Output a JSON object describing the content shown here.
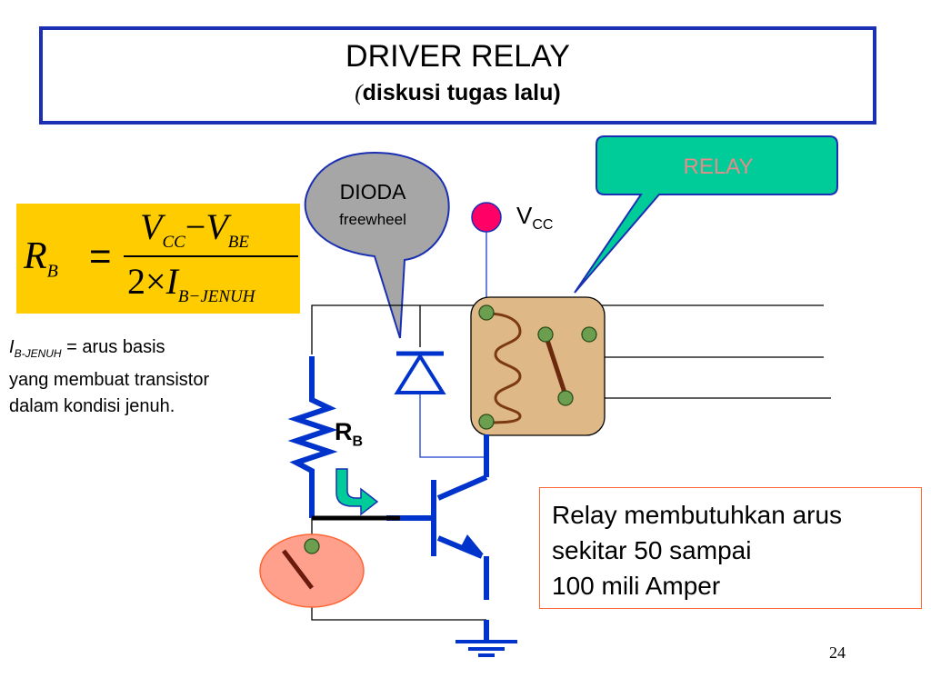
{
  "slide": {
    "title": "DRIVER RELAY",
    "subtitle_paren_open": "(",
    "subtitle": "diskusi tugas lalu)",
    "page_number": "24"
  },
  "formula": {
    "lhs": "R",
    "lhs_sub": "B",
    "equals": "=",
    "num_v1": "V",
    "num_v1_sub": "CC",
    "num_minus": "−",
    "num_v2": "V",
    "num_v2_sub": "BE",
    "den_two": "2",
    "den_times": "×",
    "den_i": "I",
    "den_i_sub": "B−JENUH"
  },
  "note": {
    "symbol": "I",
    "symbol_sub": "B-JENUH",
    "line1_rest": " = arus basis",
    "line2": "yang membuat transistor",
    "line3": "dalam kondisi jenuh."
  },
  "callouts": {
    "dioda_title": "DIODA",
    "dioda_sub": "freewheel",
    "relay": "RELAY"
  },
  "labels": {
    "vcc_main": "V",
    "vcc_sub": "CC",
    "rb_main": "R",
    "rb_sub": "B"
  },
  "info": {
    "line1": "Relay membutuhkan arus",
    "line2": "sekitar 50 sampai",
    "line3": "100 mili Amper"
  },
  "colors": {
    "title_border": "#1a2fb3",
    "formula_bg": "#ffcc00",
    "dioda_bubble": "#a6a6a6",
    "relay_bubble": "#00cc99",
    "relay_body": "#deb887",
    "switch_fill": "#ffa08c",
    "vcc_dot": "#ff0066",
    "component_blue": "#0033cc",
    "terminal_green": "#6b9e4e",
    "info_border": "#ff6633"
  }
}
